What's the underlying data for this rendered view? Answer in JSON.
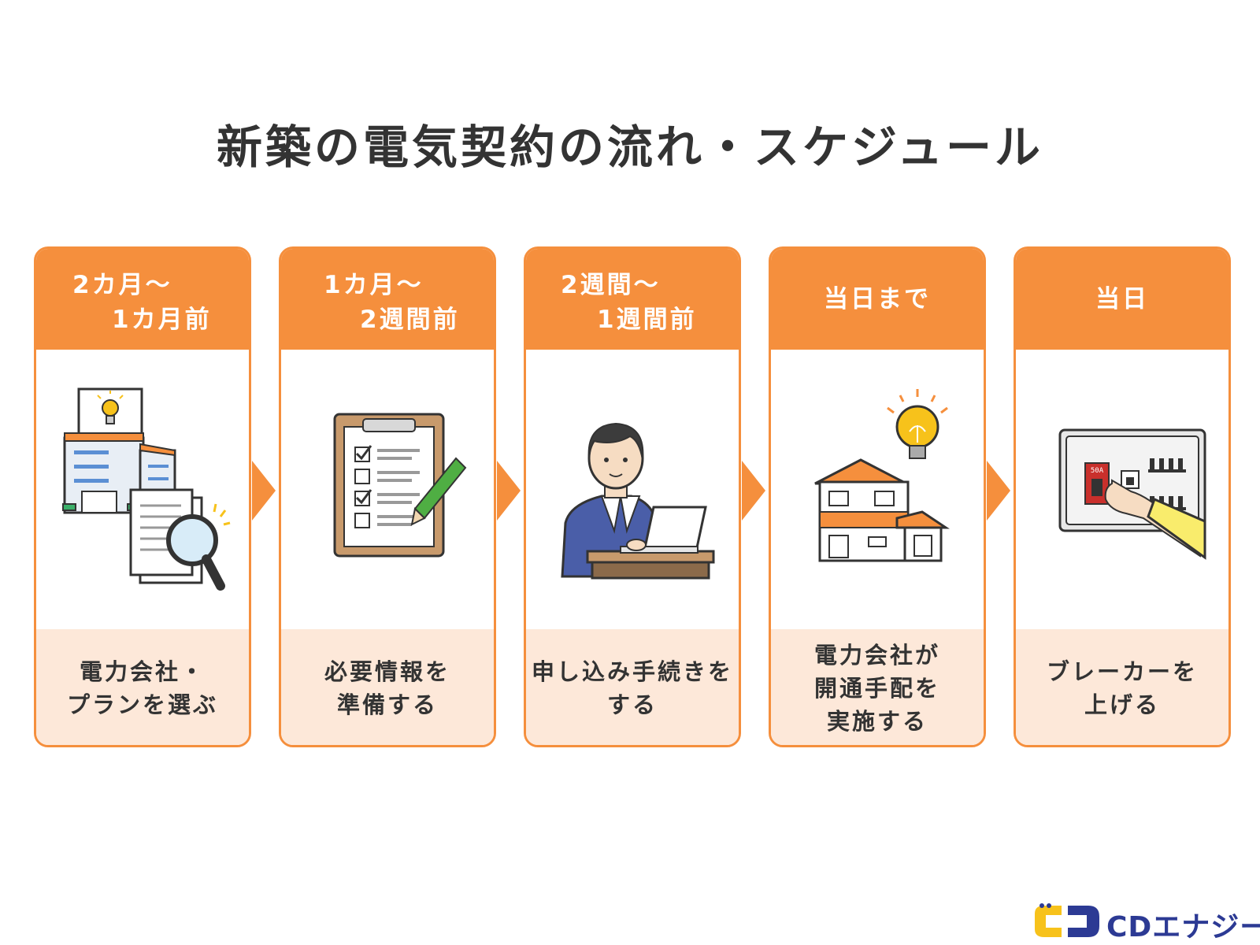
{
  "title": "新築の電気契約の流れ・スケジュール",
  "steps": [
    {
      "head1": "2カ月〜",
      "head2": "1カ月前",
      "foot1": "電力会社・",
      "foot2": "プランを選ぶ",
      "foot3": ""
    },
    {
      "head1": "1カ月〜",
      "head2": "2週間前",
      "foot1": "必要情報を",
      "foot2": "準備する",
      "foot3": ""
    },
    {
      "head1": "2週間〜",
      "head2": "1週間前",
      "foot1": "申し込み手続きを",
      "foot2": "する",
      "foot3": ""
    },
    {
      "head": "当日まで",
      "foot1": "電力会社が",
      "foot2": "開通手配を",
      "foot3": "実施する"
    },
    {
      "head": "当日",
      "foot1": "ブレーカーを",
      "foot2": "上げる",
      "foot3": ""
    }
  ],
  "icons": {
    "step1": "building-lightbulb-documents-magnifier-icon",
    "step2": "clipboard-checklist-pencil-icon",
    "step3": "person-laptop-icon",
    "step4": "house-lightbulb-icon",
    "step5": "breaker-panel-hand-icon"
  },
  "breaker_label": "50A",
  "logo": {
    "text": "CDエナジー"
  },
  "colors": {
    "accent": "#f58f3d",
    "accent_light": "#fde8d9",
    "text": "#333333",
    "logo": "#2c3a94",
    "logo_yellow": "#f7c21b"
  }
}
